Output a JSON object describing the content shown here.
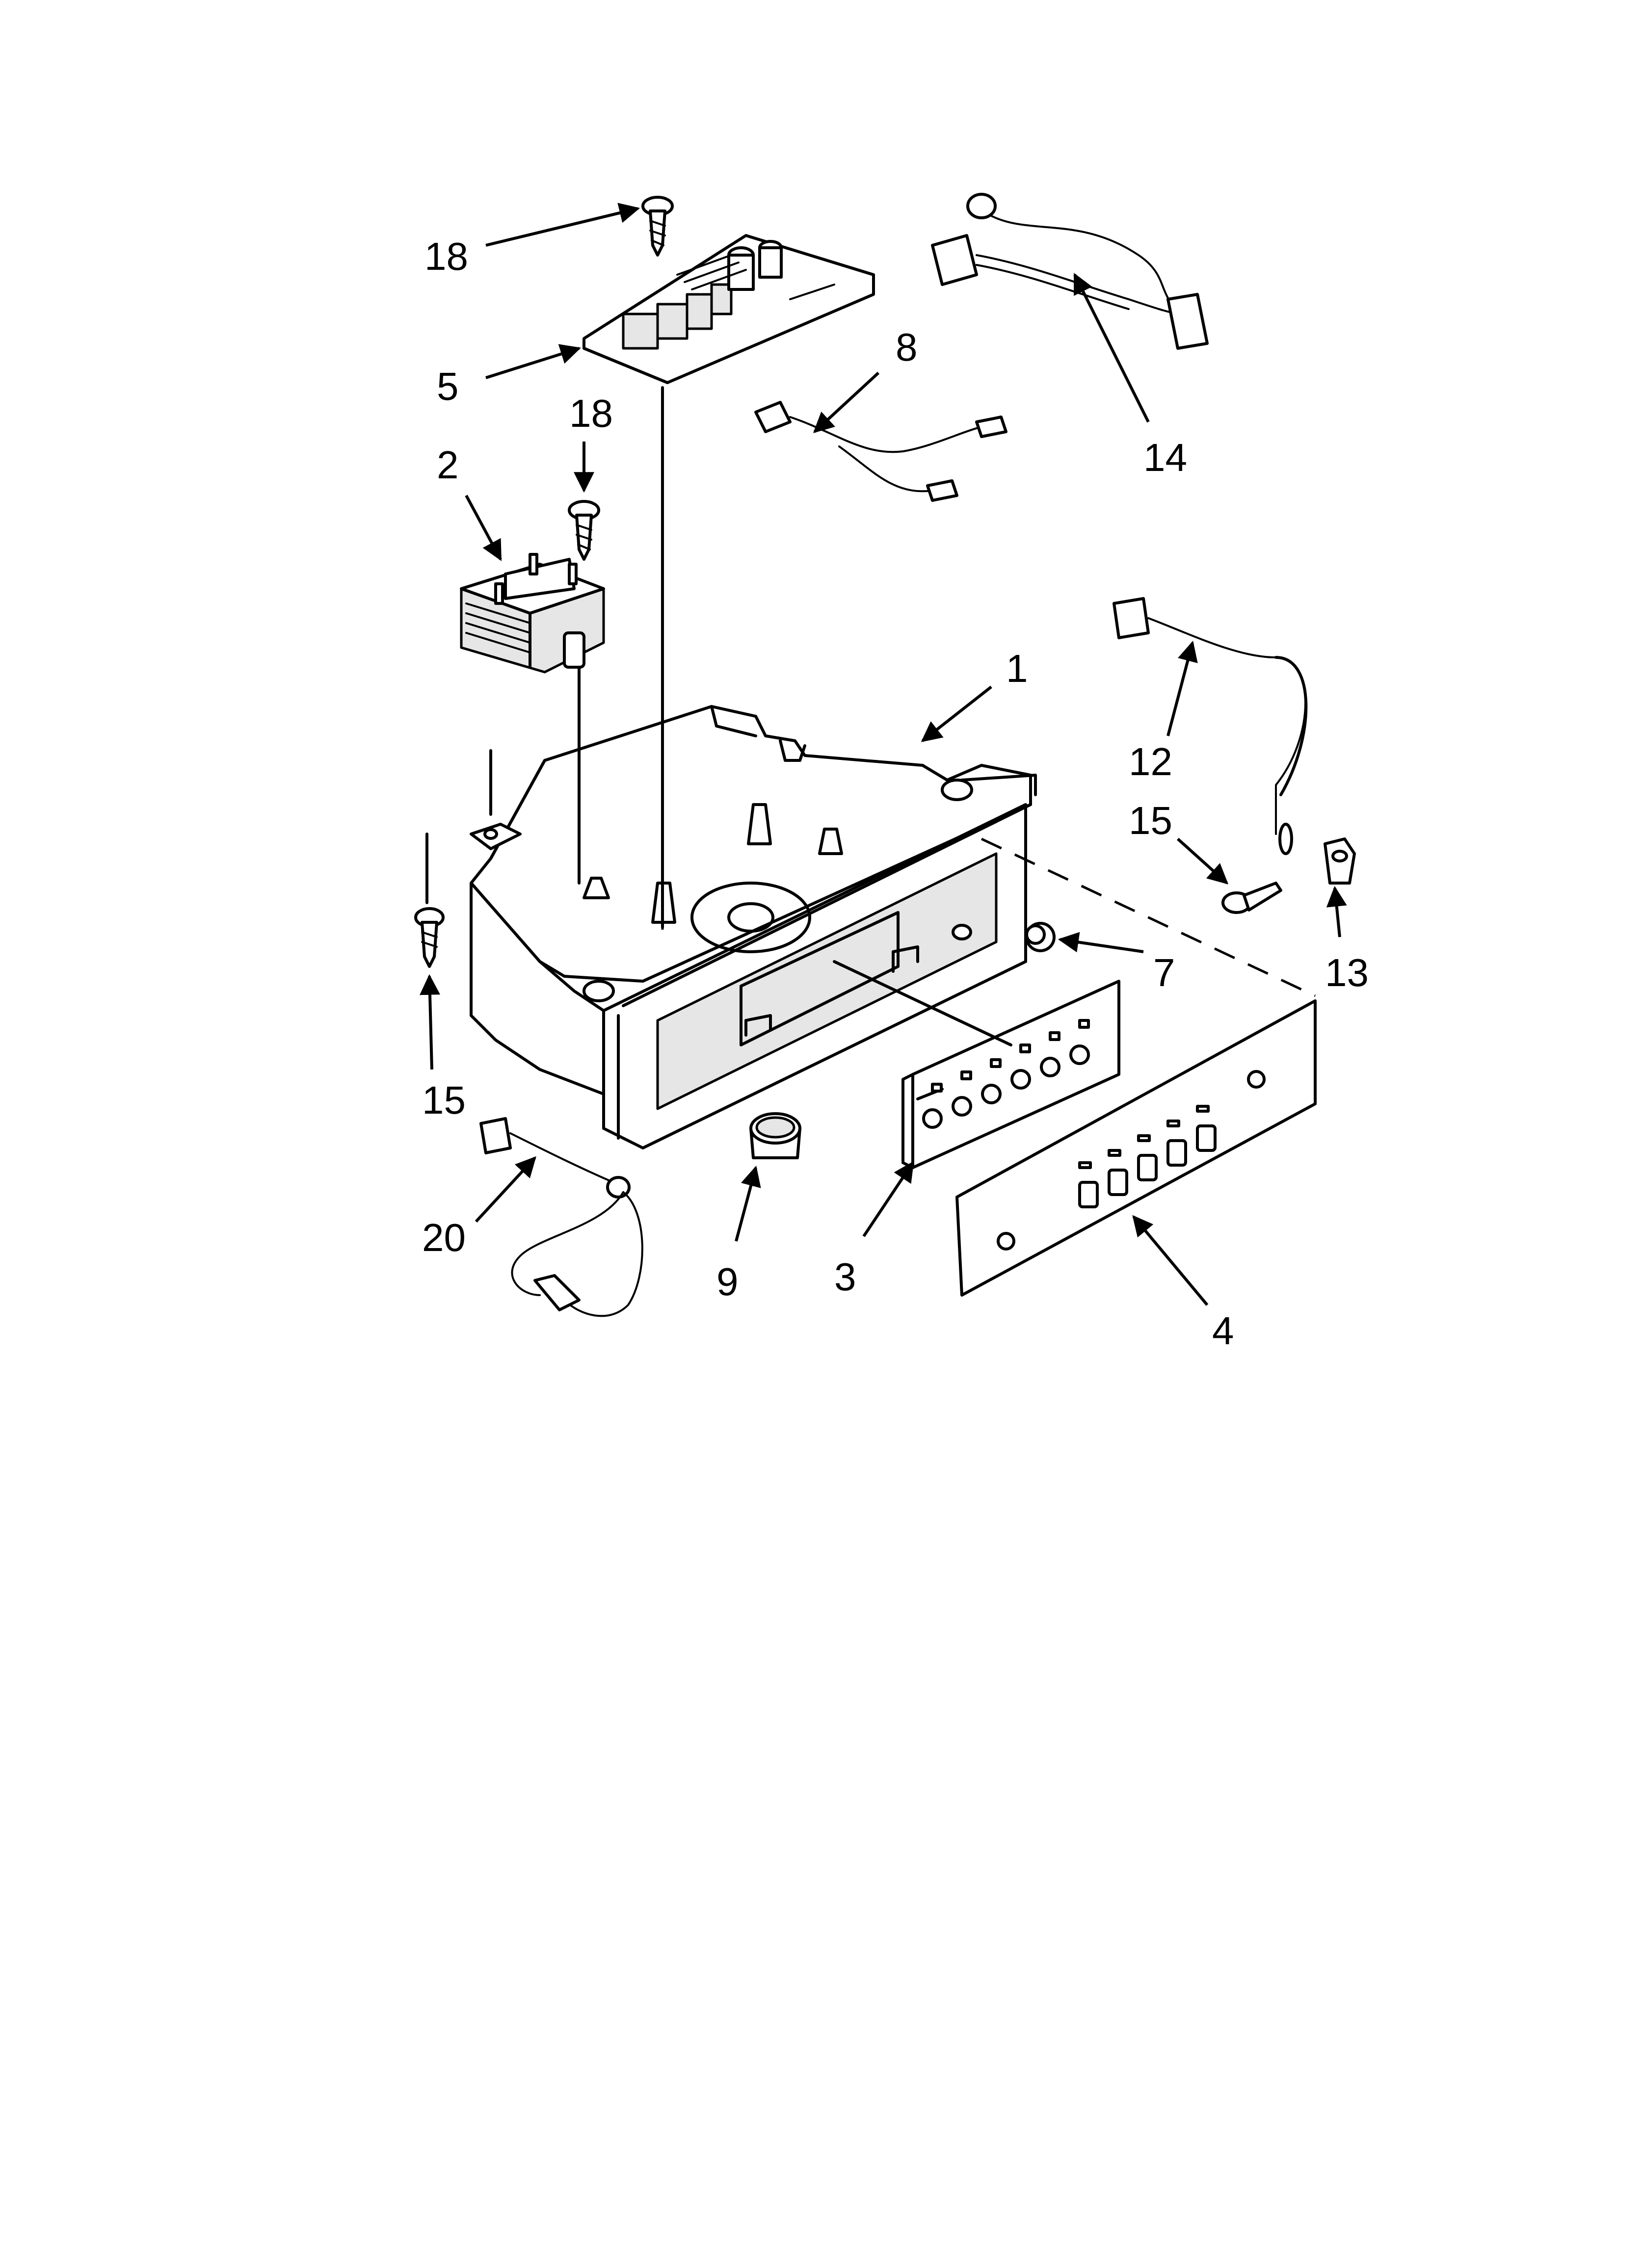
{
  "diagram": {
    "callouts": [
      {
        "id": "c18a",
        "label": "18"
      },
      {
        "id": "c5",
        "label": "5"
      },
      {
        "id": "c18b",
        "label": "18"
      },
      {
        "id": "c2",
        "label": "2"
      },
      {
        "id": "c8",
        "label": "8"
      },
      {
        "id": "c14",
        "label": "14"
      },
      {
        "id": "c1",
        "label": "1"
      },
      {
        "id": "c12",
        "label": "12"
      },
      {
        "id": "c15a",
        "label": "15"
      },
      {
        "id": "c13",
        "label": "13"
      },
      {
        "id": "c7",
        "label": "7"
      },
      {
        "id": "c15b",
        "label": "15"
      },
      {
        "id": "c20",
        "label": "20"
      },
      {
        "id": "c9",
        "label": "9"
      },
      {
        "id": "c3",
        "label": "3"
      },
      {
        "id": "c4",
        "label": "4"
      }
    ]
  }
}
